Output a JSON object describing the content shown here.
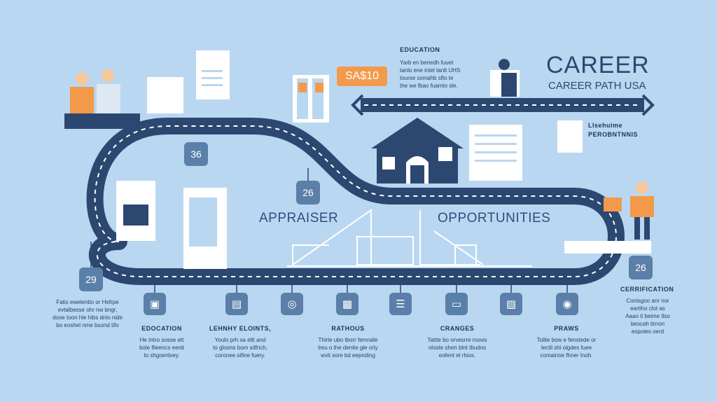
{
  "header": {
    "title": "CAREER",
    "subtitle": "CAREER PATH USA",
    "price_tag": "SA$10"
  },
  "top_note": {
    "heading": "EDUCATION",
    "lines": [
      "Yarb en benedh fuuet",
      "tanlo ene intel tanlt UHS",
      "tourse ssmahb sfto te",
      "the we fbao  fuamto sle."
    ]
  },
  "right_note": {
    "lines": [
      "LIsehuime",
      "PEROBNTNNIS"
    ]
  },
  "labels": {
    "appraiser": "APPRAISER",
    "opportunities": "OPPORTUNITIES"
  },
  "badges": {
    "b36": "36",
    "b26_mid": "26",
    "b29": "29",
    "b26_right": "26"
  },
  "left_note": {
    "lines": [
      "Fatis ewetentio or Hefrpe",
      "evtalbesse ohr nw bngr,",
      "dooe toon hle hibs dnio nide",
      "bo eoshel nme bsond tifo"
    ]
  },
  "right_bottom_note": {
    "heading": "CERRIFICATION",
    "lines": [
      "Conisgoo anr nor",
      "eartiho clot as",
      "Aaao ti beime tlso",
      "bescah tirnon",
      "expotes oerd"
    ]
  },
  "steps": [
    {
      "title": "EDOCATION",
      "lines": [
        "He tntro sosse ett",
        "bole flieencs eenit",
        "to shgoenlvey."
      ]
    },
    {
      "title": "LEHNHY ELOINTS,",
      "lines": [
        "Youlo prh sa eltt and",
        "to gloons  bom sitfnch,",
        "coronee sifine fuery."
      ]
    },
    {
      "title": "RATHOUS",
      "lines": [
        "Thirle ubo tborr femraile",
        "lreu o the denite gle oriy",
        "wvit sore bd eepnding"
      ]
    },
    {
      "title": "CRANGES",
      "lines": [
        "Tattte bo orvesrre movis",
        "oloste shen blnt tbudos",
        "eofent el rhios."
      ]
    },
    {
      "title": "PRAWS",
      "lines": [
        "Tolite bow e fenstede or",
        "lectil shi olgdes fuee",
        "comainne fhner Inoh."
      ]
    }
  ],
  "icons": {
    "step1": "box-icon",
    "step2": "chart-icon",
    "step3": "target-icon",
    "step4": "window-icon",
    "step5": "book-icon",
    "step6": "stack-icon",
    "step7": "desk-icon",
    "step8": "bag-icon"
  },
  "colors": {
    "background": "#b9d7f1",
    "road": "#2c4770",
    "accent": "#f29a4a",
    "badge": "#5a7fa8"
  }
}
